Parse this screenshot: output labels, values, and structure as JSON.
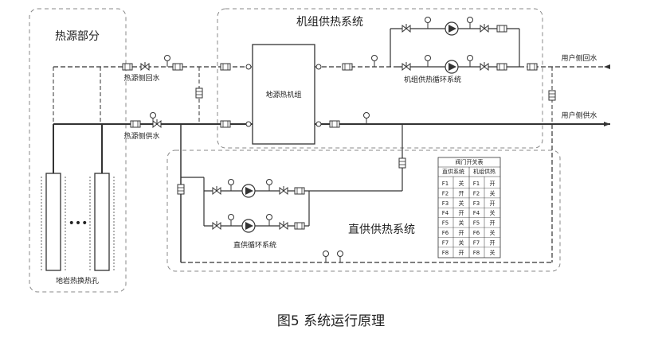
{
  "regions": {
    "heat_source": "热源部分",
    "unit_heating": "机组供热系统",
    "direct_heating": "直供供热系统"
  },
  "labels": {
    "source_return": "热源侧回水",
    "source_supply": "热源侧供水",
    "user_return": "用户侧回水",
    "user_supply": "用户侧供水",
    "heat_pump": "地源热机组",
    "unit_loop": "机组供热循环系统",
    "direct_loop": "直供循环系统",
    "boreholes": "地岩热换热孔",
    "ellipsis": "•••"
  },
  "valve_table": {
    "title": "阀门开关表",
    "headers": [
      "直供系统",
      "机组供热"
    ],
    "rows": [
      [
        "F1",
        "关",
        "F1",
        "开"
      ],
      [
        "F2",
        "开",
        "F2",
        "关"
      ],
      [
        "F3",
        "关",
        "F3",
        "开"
      ],
      [
        "F4",
        "开",
        "F4",
        "关"
      ],
      [
        "F5",
        "关",
        "F5",
        "开"
      ],
      [
        "F6",
        "开",
        "F6",
        "关"
      ],
      [
        "F7",
        "关",
        "F7",
        "开"
      ],
      [
        "F8",
        "开",
        "F8",
        "关"
      ]
    ]
  },
  "caption": "图5 系统运行原理"
}
